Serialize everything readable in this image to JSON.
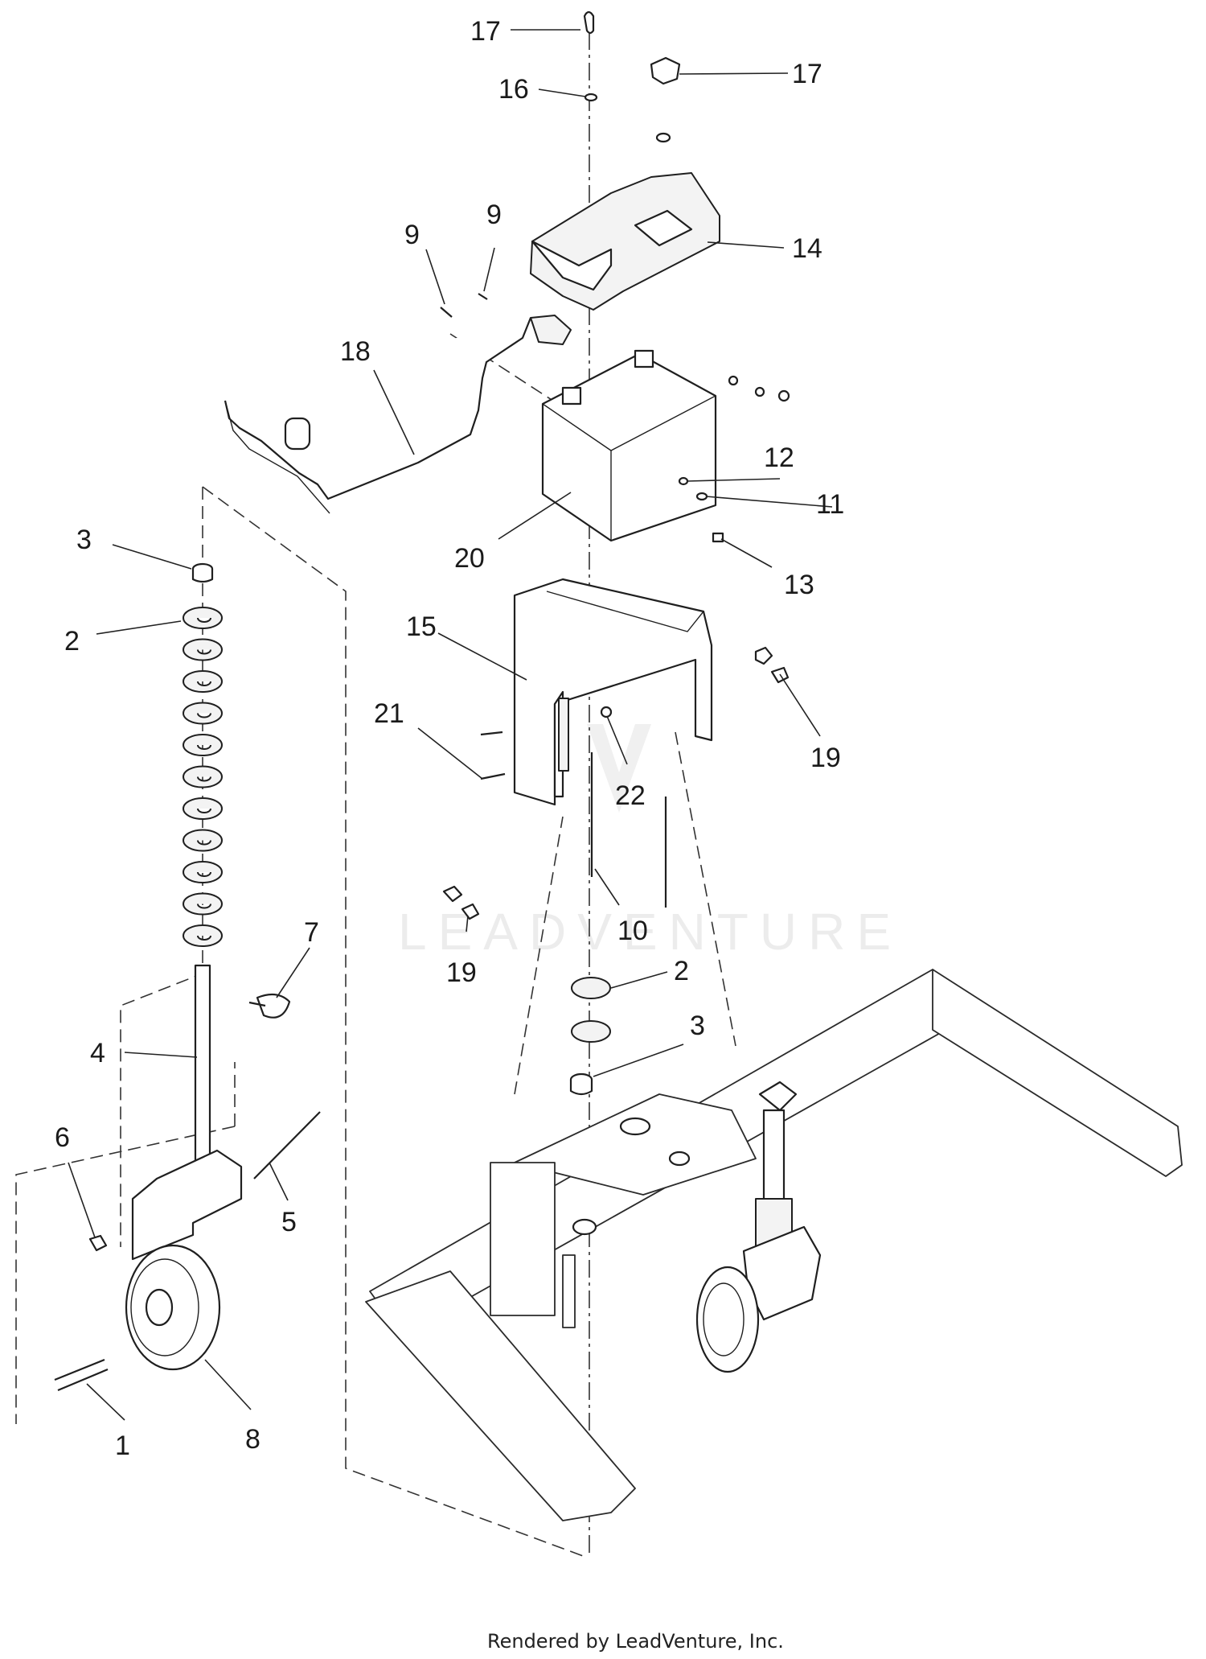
{
  "diagram": {
    "callouts": [
      {
        "id": "c17a",
        "label": "17"
      },
      {
        "id": "c17b",
        "label": "17"
      },
      {
        "id": "c16",
        "label": "16"
      },
      {
        "id": "c14",
        "label": "14"
      },
      {
        "id": "c9a",
        "label": "9"
      },
      {
        "id": "c9b",
        "label": "9"
      },
      {
        "id": "c18",
        "label": "18"
      },
      {
        "id": "c12",
        "label": "12"
      },
      {
        "id": "c11",
        "label": "11"
      },
      {
        "id": "c13",
        "label": "13"
      },
      {
        "id": "c20",
        "label": "20"
      },
      {
        "id": "c3a",
        "label": "3"
      },
      {
        "id": "c2a",
        "label": "2"
      },
      {
        "id": "c15",
        "label": "15"
      },
      {
        "id": "c21",
        "label": "21"
      },
      {
        "id": "c22",
        "label": "22"
      },
      {
        "id": "c19a",
        "label": "19"
      },
      {
        "id": "c19b",
        "label": "19"
      },
      {
        "id": "c10",
        "label": "10"
      },
      {
        "id": "c7",
        "label": "7"
      },
      {
        "id": "c2b",
        "label": "2"
      },
      {
        "id": "c3b",
        "label": "3"
      },
      {
        "id": "c4",
        "label": "4"
      },
      {
        "id": "c6",
        "label": "6"
      },
      {
        "id": "c5",
        "label": "5"
      },
      {
        "id": "c8",
        "label": "8"
      },
      {
        "id": "c1",
        "label": "1"
      }
    ]
  },
  "watermark": "LEADVENTURE",
  "footer": "Rendered by LeadVenture, Inc."
}
